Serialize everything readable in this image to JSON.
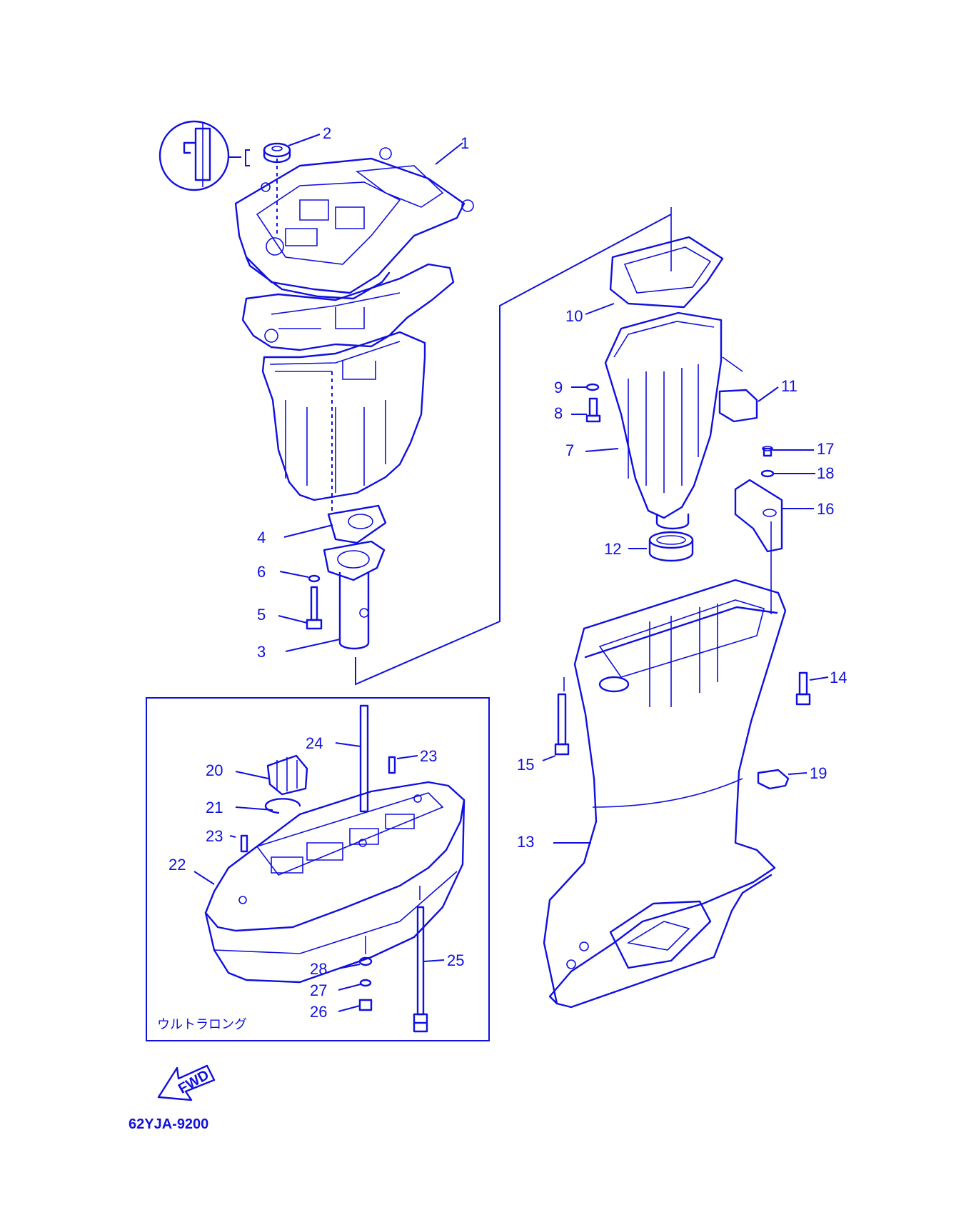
{
  "diagram": {
    "part_labels": [
      {
        "id": "p1",
        "text": "1"
      },
      {
        "id": "p2",
        "text": "2"
      },
      {
        "id": "p3",
        "text": "3"
      },
      {
        "id": "p4",
        "text": "4"
      },
      {
        "id": "p5",
        "text": "5"
      },
      {
        "id": "p6",
        "text": "6"
      },
      {
        "id": "p7",
        "text": "7"
      },
      {
        "id": "p8",
        "text": "8"
      },
      {
        "id": "p9",
        "text": "9"
      },
      {
        "id": "p10",
        "text": "10"
      },
      {
        "id": "p11",
        "text": "11"
      },
      {
        "id": "p12",
        "text": "12"
      },
      {
        "id": "p13",
        "text": "13"
      },
      {
        "id": "p14",
        "text": "14"
      },
      {
        "id": "p15",
        "text": "15"
      },
      {
        "id": "p16",
        "text": "16"
      },
      {
        "id": "p17",
        "text": "17"
      },
      {
        "id": "p18",
        "text": "18"
      },
      {
        "id": "p19",
        "text": "19"
      },
      {
        "id": "p20",
        "text": "20"
      },
      {
        "id": "p21",
        "text": "21"
      },
      {
        "id": "p22",
        "text": "22"
      },
      {
        "id": "p23a",
        "text": "23"
      },
      {
        "id": "p23b",
        "text": "23"
      },
      {
        "id": "p24",
        "text": "24"
      },
      {
        "id": "p25",
        "text": "25"
      },
      {
        "id": "p26",
        "text": "26"
      },
      {
        "id": "p27",
        "text": "27"
      },
      {
        "id": "p28",
        "text": "28"
      }
    ],
    "inset_caption": "ウルトラロング",
    "fwd_label": "FWD",
    "diagram_code": "62YJA-9200",
    "line_color": "#1010e0"
  }
}
